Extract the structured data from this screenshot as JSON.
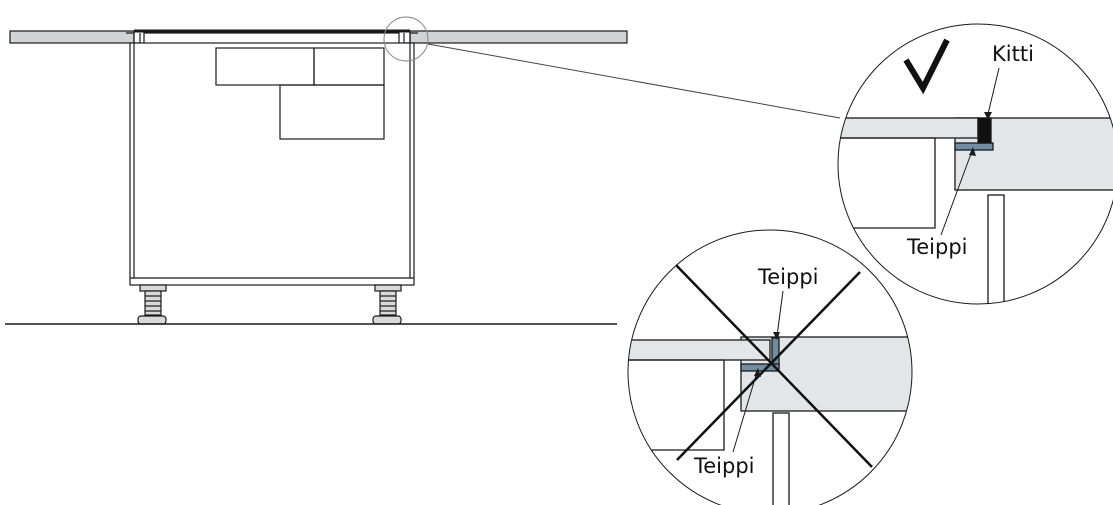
{
  "labels": {
    "correct_sealant": "Kitti",
    "correct_tape": "Teippi",
    "wrong_tape_top": "Teippi",
    "wrong_tape_bottom": "Teippi"
  },
  "marks": {
    "correct": "check-mark-icon",
    "incorrect": "cross-mark-icon"
  },
  "colors": {
    "line": "#1a1a1a",
    "panel_gray": "#cfd3d4",
    "worktop_gray": "#e3e5e6",
    "tape_blue": "#6f8ea3",
    "sealant_black": "#111111"
  }
}
